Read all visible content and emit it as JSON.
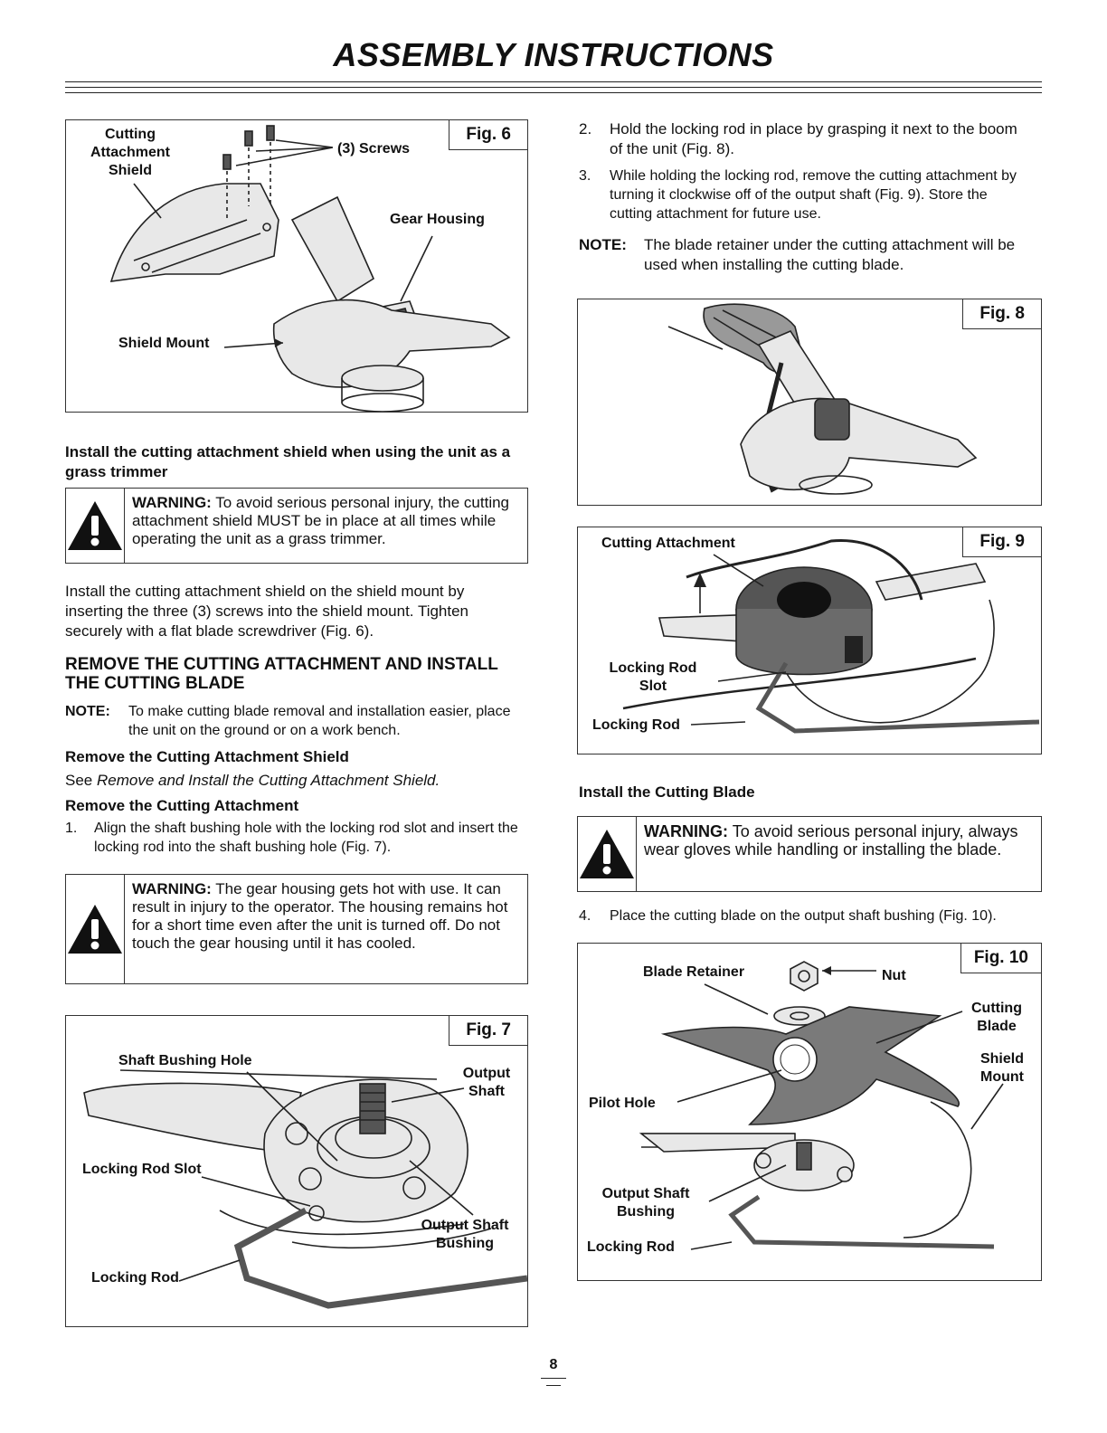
{
  "page": {
    "title": "ASSEMBLY INSTRUCTIONS",
    "page_number": "8"
  },
  "fig6": {
    "label": "Fig. 6",
    "cutting_attachment_shield": "Cutting Attachment Shield",
    "screws": "(3) Screws",
    "gear_housing": "Gear Housing",
    "shield_mount": "Shield Mount"
  },
  "left": {
    "install_heading": "Install the cutting attachment shield when using the unit as a grass trimmer",
    "warning1_label": "WARNING:",
    "warning1_text": "To avoid serious personal injury, the cutting attachment shield MUST be in place at all times while operating the unit as a grass trimmer.",
    "install_paragraph": "Install the cutting attachment shield on the shield mount by inserting the three (3) screws into the shield mount. Tighten securely with a flat blade screwdriver (Fig. 6).",
    "remove_heading": "REMOVE THE CUTTING ATTACHMENT AND INSTALL THE CUTTING BLADE",
    "note1_label": "NOTE:",
    "note1_text": "To make cutting blade removal and installation easier, place the unit on the ground or on a work bench.",
    "remove_shield_heading": "Remove the Cutting Attachment Shield",
    "see_prefix": "See ",
    "see_ref": "Remove and Install the Cutting Attachment Shield.",
    "remove_attachment_heading": "Remove the Cutting Attachment",
    "step1_num": "1.",
    "step1_text": "Align the shaft bushing hole with the locking rod slot and insert the locking rod into the shaft bushing hole (Fig. 7).",
    "warning2_label": "WARNING:",
    "warning2_text": "The gear housing gets hot with use. It can result in injury to the operator. The housing remains hot for a short time even after the unit is turned off. Do not touch the gear housing until it has cooled."
  },
  "fig7": {
    "label": "Fig. 7",
    "shaft_bushing_hole": "Shaft Bushing Hole",
    "output_shaft": "Output Shaft",
    "locking_rod_slot": "Locking Rod Slot",
    "output_shaft_bushing": "Output Shaft Bushing",
    "locking_rod": "Locking Rod"
  },
  "right": {
    "step2_num": "2.",
    "step2_text": "Hold the locking rod in place by grasping it next to the boom of the unit (Fig. 8).",
    "step3_num": "3.",
    "step3_text": "While holding the locking rod, remove the cutting attachment by turning it clockwise off of the output shaft (Fig. 9). Store the cutting attachment for future use.",
    "note2_label": "NOTE:",
    "note2_text": "The blade retainer under the cutting attachment will be used when installing the cutting blade.",
    "install_blade_heading": "Install the Cutting Blade",
    "warning3_label": "WARNING:",
    "warning3_text": "To avoid serious personal injury, always wear gloves while handling or installing the blade.",
    "step4_num": "4.",
    "step4_text": "Place the cutting blade on the output shaft bushing (Fig. 10)."
  },
  "fig8": {
    "label": "Fig. 8"
  },
  "fig9": {
    "label": "Fig. 9",
    "cutting_attachment": "Cutting Attachment",
    "locking_rod_slot": "Locking Rod Slot",
    "locking_rod": "Locking Rod"
  },
  "fig10": {
    "label": "Fig. 10",
    "blade_retainer": "Blade Retainer",
    "nut": "Nut",
    "cutting_blade": "Cutting Blade",
    "shield_mount": "Shield Mount",
    "pilot_hole": "Pilot Hole",
    "output_shaft_bushing": "Output Shaft Bushing",
    "locking_rod": "Locking Rod"
  },
  "icons": {
    "warning": "warning-triangle-icon"
  }
}
